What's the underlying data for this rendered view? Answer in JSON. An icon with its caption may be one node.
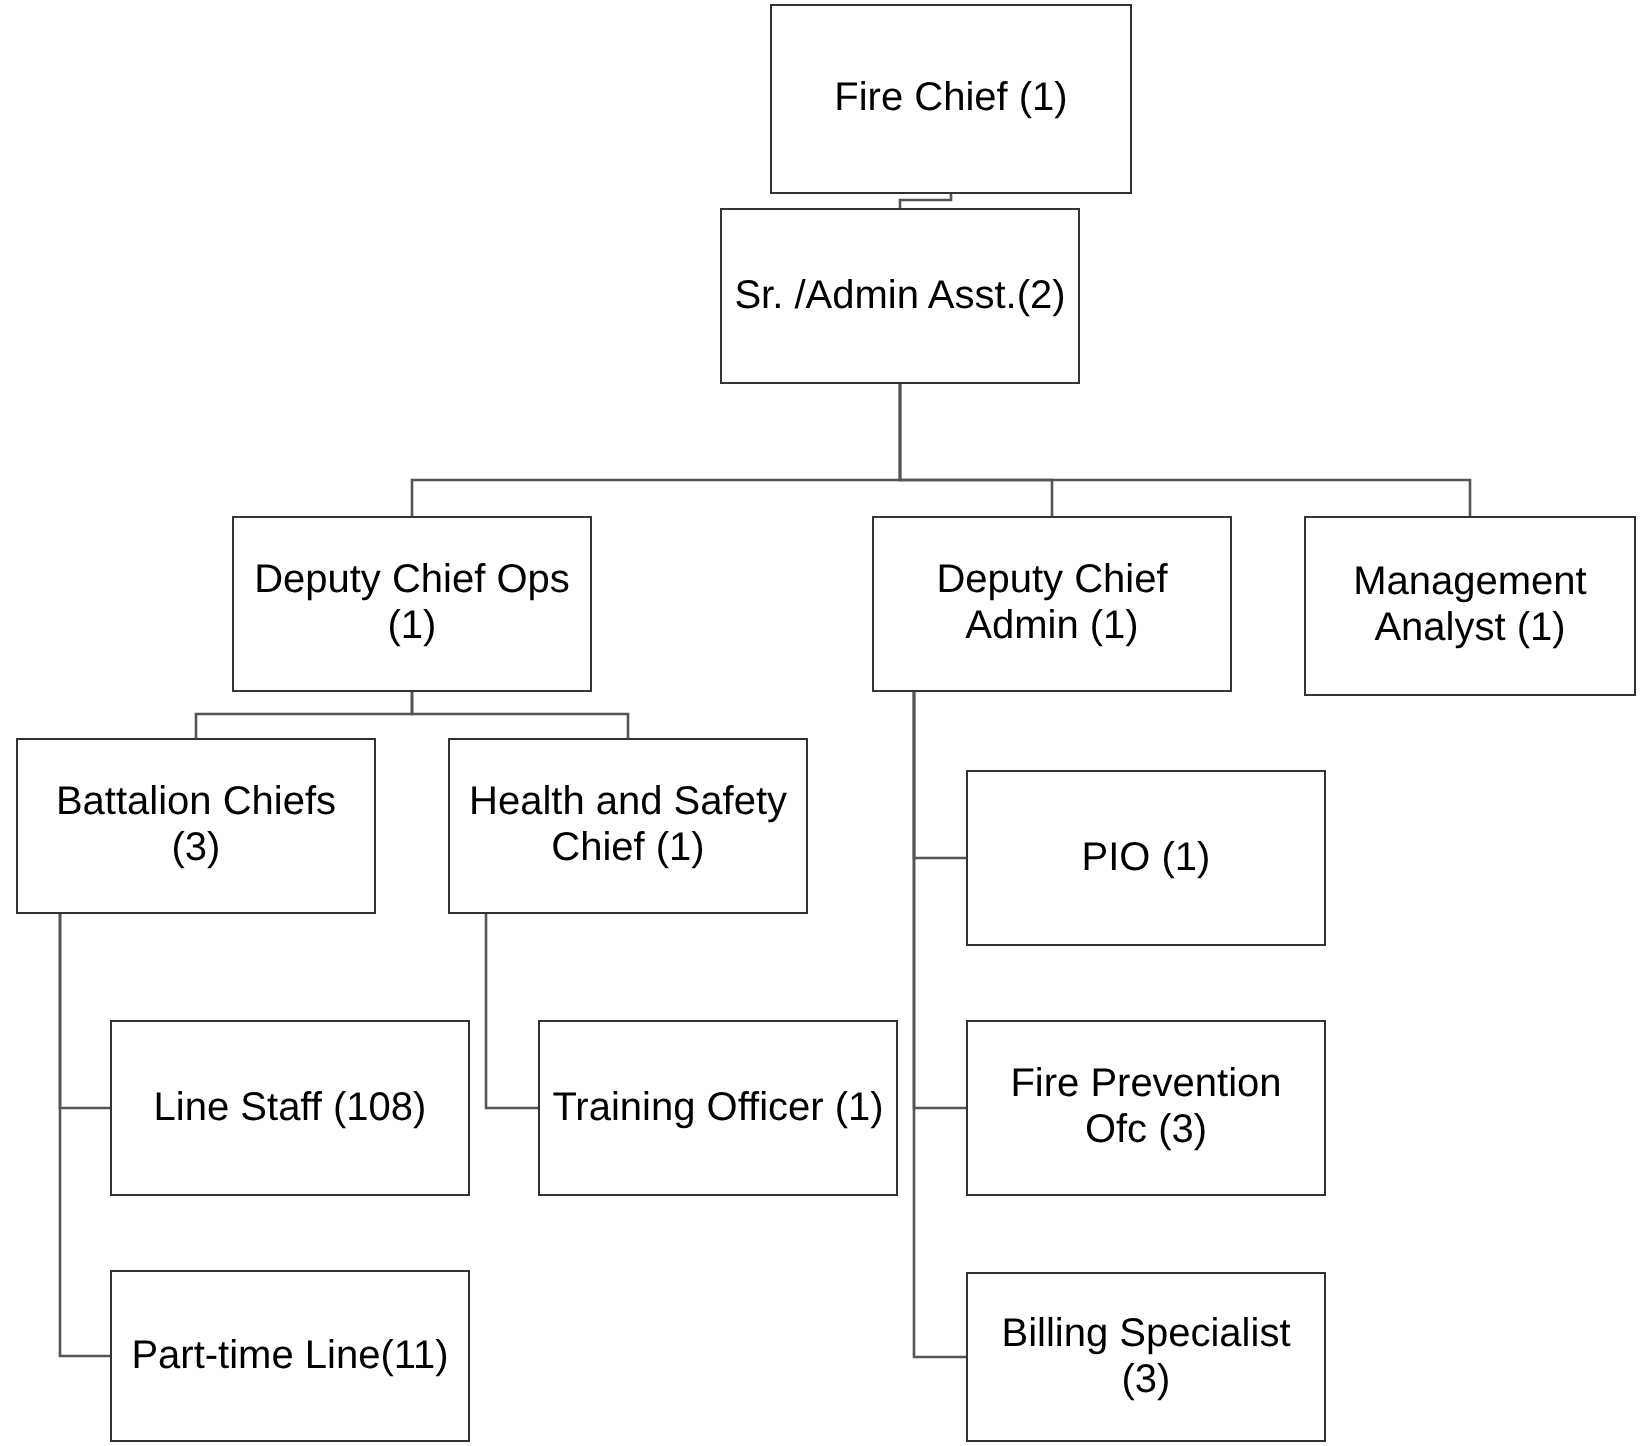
{
  "diagram": {
    "nodes": [
      {
        "text": [
          "Fire Chief (1)"
        ]
      },
      {
        "text": [
          "Sr. /Admin Asst.(2)"
        ]
      },
      {
        "text": [
          "Deputy Chief Ops (1)"
        ]
      },
      {
        "text": [
          "Deputy Chief Admin (1)"
        ]
      },
      {
        "text": [
          "Management Analyst (1)"
        ]
      },
      {
        "text": [
          "Battalion Chiefs (3)"
        ]
      },
      {
        "text": [
          "Health and Safety Chief (1)"
        ]
      },
      {
        "text": [
          "PIO (1)"
        ]
      },
      {
        "text": [
          "Line Staff (108)"
        ]
      },
      {
        "text": [
          "Training Officer (1)"
        ]
      },
      {
        "text": [
          "Fire Prevention Ofc (3)"
        ]
      },
      {
        "text": [
          "Part-time Line(11)"
        ]
      },
      {
        "text": [
          "Billing Specialist (3)"
        ]
      }
    ],
    "edges": [
      {
        "from": 0,
        "to": 1,
        "arrow": "none"
      },
      {
        "from": 1,
        "to": 2,
        "arrow": "none"
      },
      {
        "from": 1,
        "to": 3,
        "arrow": "none"
      },
      {
        "from": 1,
        "to": 4,
        "arrow": "none"
      },
      {
        "from": 2,
        "to": 5,
        "arrow": "none"
      },
      {
        "from": 2,
        "to": 6,
        "arrow": "none"
      },
      {
        "from": 3,
        "to": 7,
        "arrow": "none"
      },
      {
        "from": 3,
        "to": 10,
        "arrow": "none"
      },
      {
        "from": 3,
        "to": 12,
        "arrow": "none"
      },
      {
        "from": 5,
        "to": 8,
        "arrow": "none"
      },
      {
        "from": 5,
        "to": 11,
        "arrow": "none"
      },
      {
        "from": 6,
        "to": 9,
        "arrow": "none"
      }
    ]
  }
}
